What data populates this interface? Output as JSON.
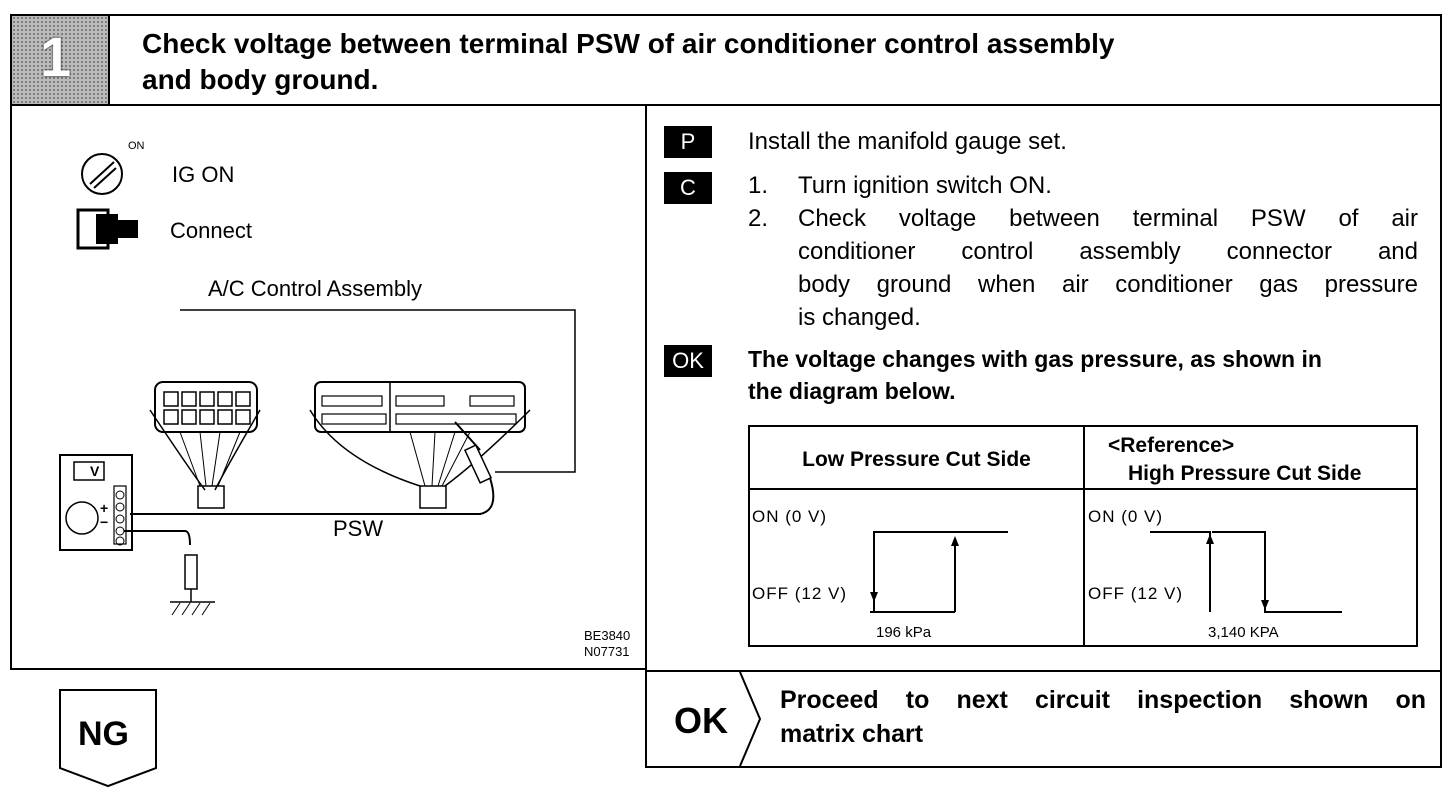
{
  "step": {
    "number": "1",
    "title_line1": "Check voltage between terminal PSW of air conditioner control assembly",
    "title_line2": "and body ground."
  },
  "illustration": {
    "ig_on": "IG ON",
    "on_mark": "ON",
    "connect": "Connect",
    "assembly_label": "A/C Control Assembly",
    "psw_label": "PSW",
    "meter_label": "V",
    "plus": "+",
    "minus": "−",
    "code1": "BE3840",
    "code2": "N07731"
  },
  "instructions": {
    "p_badge": "P",
    "p_text": "Install the manifold gauge set.",
    "c_badge": "C",
    "c_items": [
      {
        "num": "1.",
        "text": "Turn ignition switch ON."
      },
      {
        "num": "2.",
        "line1": "Check voltage between terminal PSW of air",
        "line2": "conditioner control assembly connector and",
        "line3": "body ground when air conditioner gas pressure",
        "line4": "is changed."
      }
    ],
    "ok_badge": "OK",
    "ok_line1": "The voltage changes with gas pressure, as shown in",
    "ok_line2": "the diagram below."
  },
  "table": {
    "left_header": "Low Pressure Cut Side",
    "right_header_line1": "<Reference>",
    "right_header_line2": "High Pressure Cut Side",
    "on_label": "ON (0 V)",
    "off_label": "OFF (12 V)",
    "left_value": "196 kPa",
    "right_value": "3,140 KPA"
  },
  "result": {
    "ng": "NG",
    "ok": "OK",
    "next_line1": "Proceed to next circuit inspection shown on",
    "next_line2": "matrix chart"
  }
}
